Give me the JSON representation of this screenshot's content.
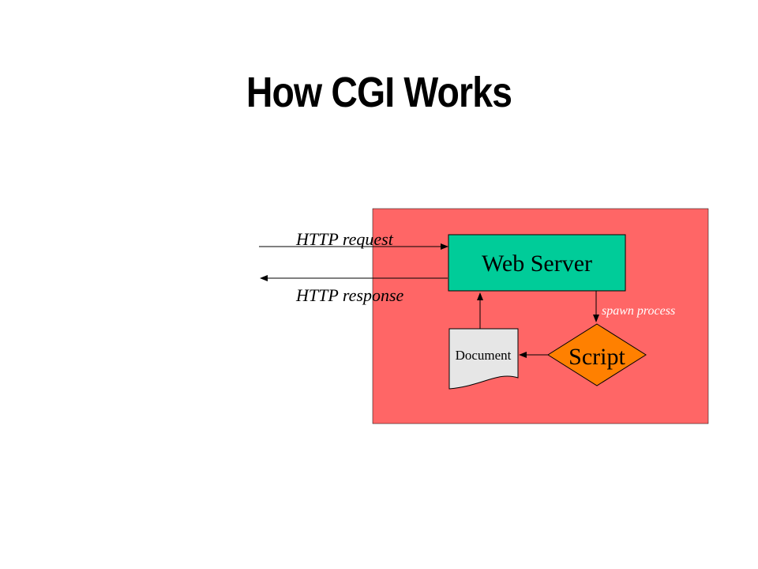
{
  "title": "How CGI Works",
  "diagram": {
    "web_server_label": "Web Server",
    "script_label": "Script",
    "document_label": "Document",
    "http_request_label": "HTTP request",
    "http_response_label": "HTTP response",
    "spawn_process_label": "spawn process"
  },
  "colors": {
    "server_region": "#ff6666",
    "web_server_box": "#00cc99",
    "script_diamond": "#ff8000",
    "document_fill": "#e6e6e6",
    "spawn_process_text": "#ffffff"
  }
}
